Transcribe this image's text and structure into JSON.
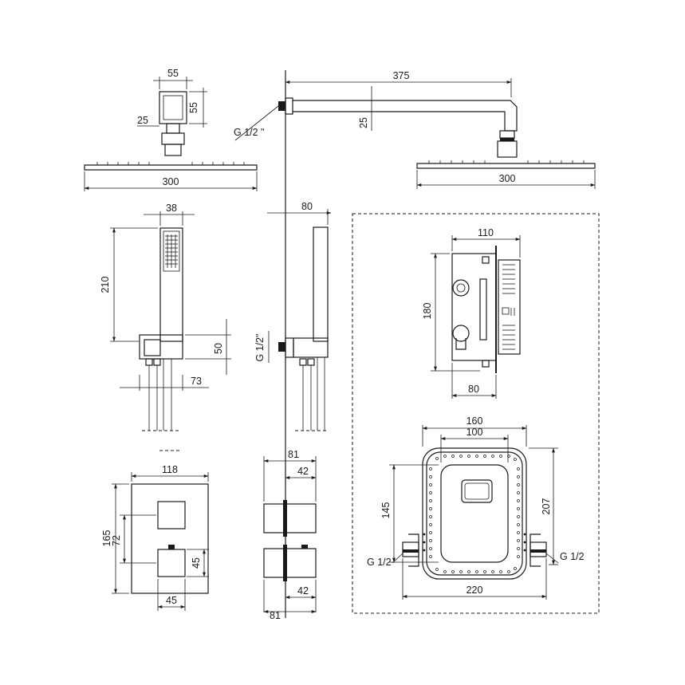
{
  "dimensions": {
    "head_arm_width": "55",
    "head_arm_height": "55",
    "head_arm_depth": "25",
    "head_width_left": "300",
    "arm_length": "375",
    "thread_wall": "G 1/2 \"",
    "arm_offset": "25",
    "head_width_right": "300",
    "hand_width": "38",
    "hand_length": "210",
    "holder_height": "50",
    "holder_depth": "73",
    "side_projection": "80",
    "side_thread": "G 1/2\"",
    "box_width": "110",
    "box_height": "180",
    "box_depth": "80",
    "plate_width": "118",
    "plate_height": "165",
    "knob_offset": "72",
    "knob_size_v": "45",
    "knob_size_h": "45",
    "side_total_top": "81",
    "side_knob_top": "42",
    "side_knob_bottom": "42",
    "side_total_bottom": "81",
    "frame_outer": "160",
    "frame_inner": "100",
    "frame_inner_height": "145",
    "frame_height": "207",
    "frame_width": "220",
    "frame_thread_left": "G 1/2",
    "frame_thread_right": "G 1/2"
  }
}
